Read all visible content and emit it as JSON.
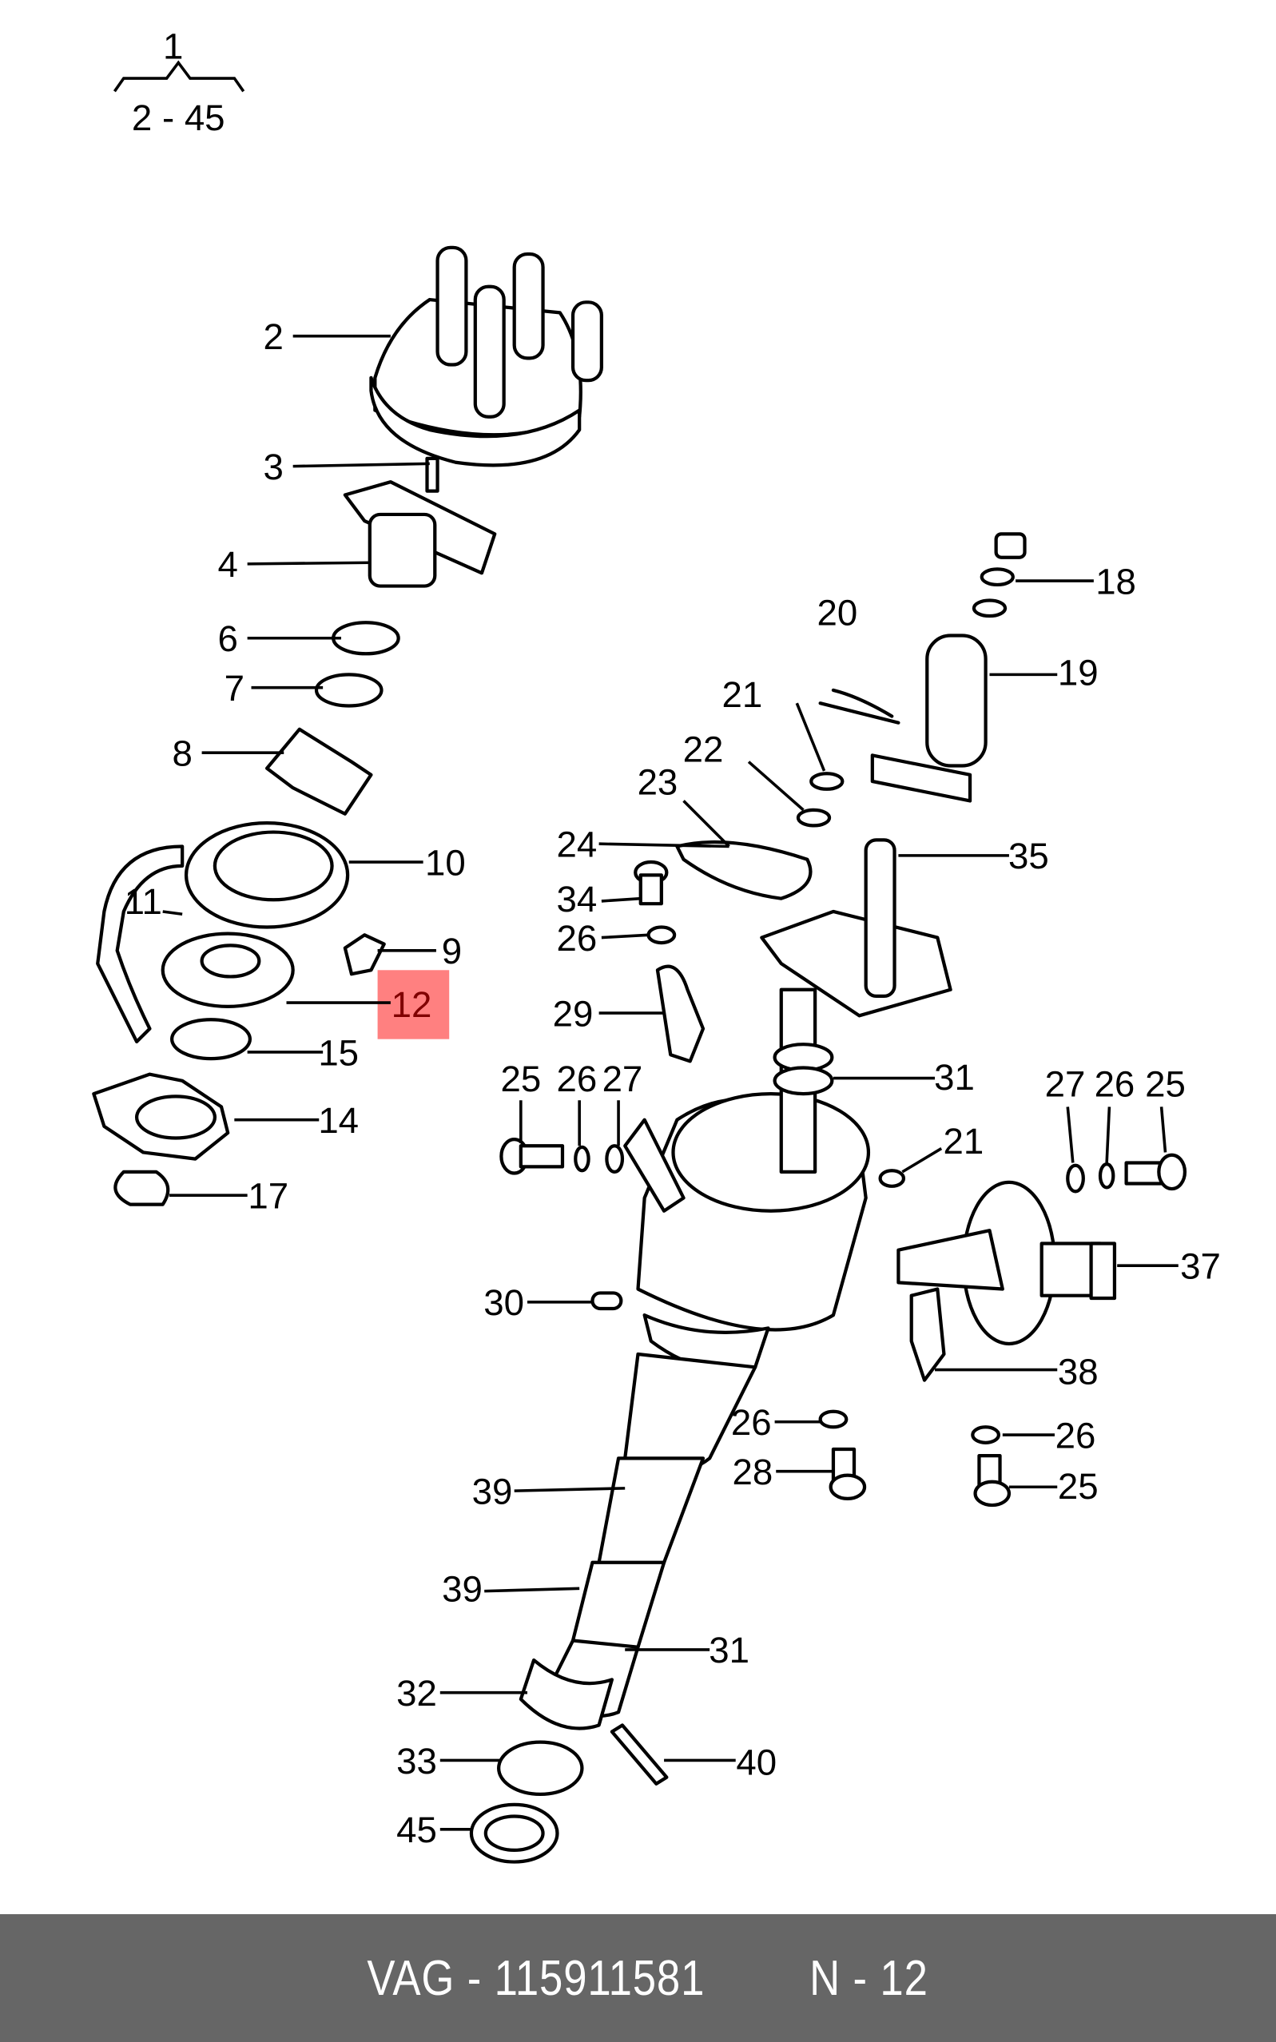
{
  "diagram": {
    "group_label": "1",
    "group_range": "2 - 45",
    "highlight_color": "#ff8080",
    "callouts": [
      "2",
      "3",
      "4",
      "6",
      "7",
      "8",
      "10",
      "11",
      "9",
      "12",
      "15",
      "14",
      "17",
      "20",
      "21",
      "22",
      "23",
      "24",
      "34",
      "26",
      "29",
      "18",
      "19",
      "35",
      "31",
      "25",
      "26",
      "27",
      "27",
      "26",
      "25",
      "21",
      "37",
      "30",
      "38",
      "26",
      "26",
      "28",
      "25",
      "39",
      "39",
      "31",
      "32",
      "33",
      "40",
      "45"
    ],
    "highlighted": "12"
  },
  "footer": {
    "part_number": "VAG - 115911581",
    "position": "N - 12"
  }
}
